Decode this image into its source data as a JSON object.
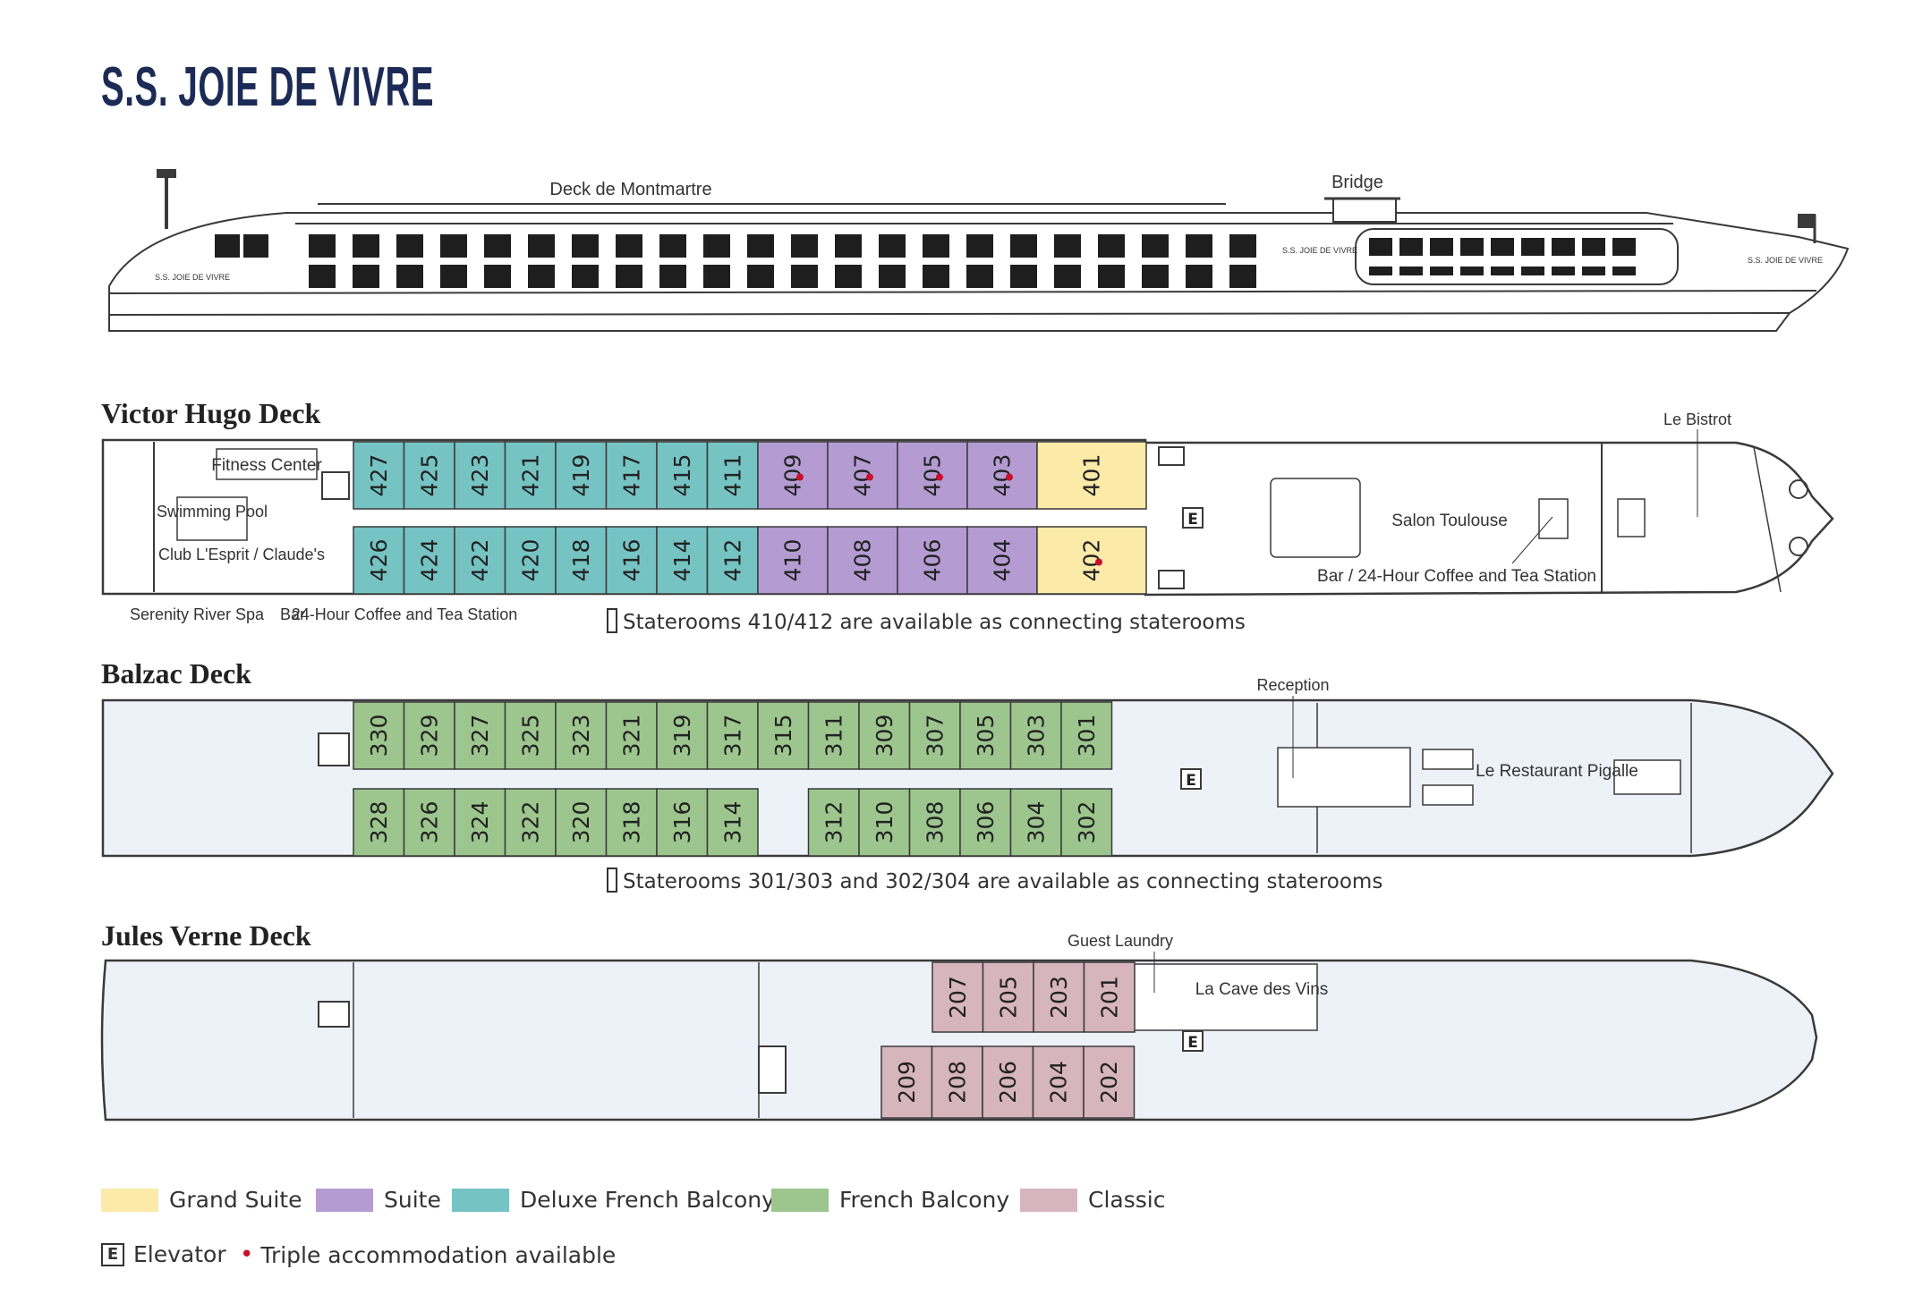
{
  "title": "S.S. JOIE DE VIVRE",
  "colors": {
    "grand_suite": "#fbeaa8",
    "suite": "#b49cd2",
    "deluxe_french_balcony": "#76c3c3",
    "french_balcony": "#9dc58e",
    "classic": "#d7b5bc",
    "deck_fill": "#edf1f8",
    "outline": "#3a3a3a",
    "accent": "#1b2b55",
    "red_dot": "#c8102e"
  },
  "profile": {
    "deck_de_montmartre": "Deck de Montmartre",
    "bridge": "Bridge",
    "ship_name_small": "S.S. JOIE DE VIVRE"
  },
  "decks": {
    "victor_hugo": {
      "title": "Victor Hugo Deck",
      "top_cabins": [
        {
          "num": "427",
          "cat": "deluxe_french_balcony",
          "triple": false
        },
        {
          "num": "425",
          "cat": "deluxe_french_balcony",
          "triple": false
        },
        {
          "num": "423",
          "cat": "deluxe_french_balcony",
          "triple": false
        },
        {
          "num": "421",
          "cat": "deluxe_french_balcony",
          "triple": false
        },
        {
          "num": "419",
          "cat": "deluxe_french_balcony",
          "triple": false
        },
        {
          "num": "417",
          "cat": "deluxe_french_balcony",
          "triple": false
        },
        {
          "num": "415",
          "cat": "deluxe_french_balcony",
          "triple": false
        },
        {
          "num": "411",
          "cat": "deluxe_french_balcony",
          "triple": false
        },
        {
          "num": "409",
          "cat": "suite",
          "triple": true
        },
        {
          "num": "407",
          "cat": "suite",
          "triple": true
        },
        {
          "num": "405",
          "cat": "suite",
          "triple": true
        },
        {
          "num": "403",
          "cat": "suite",
          "triple": true
        },
        {
          "num": "401",
          "cat": "grand_suite",
          "triple": false
        }
      ],
      "bottom_cabins": [
        {
          "num": "426",
          "cat": "deluxe_french_balcony",
          "triple": false
        },
        {
          "num": "424",
          "cat": "deluxe_french_balcony",
          "triple": false
        },
        {
          "num": "422",
          "cat": "deluxe_french_balcony",
          "triple": false
        },
        {
          "num": "420",
          "cat": "deluxe_french_balcony",
          "triple": false
        },
        {
          "num": "418",
          "cat": "deluxe_french_balcony",
          "triple": false
        },
        {
          "num": "416",
          "cat": "deluxe_french_balcony",
          "triple": false
        },
        {
          "num": "414",
          "cat": "deluxe_french_balcony",
          "triple": false
        },
        {
          "num": "412",
          "cat": "deluxe_french_balcony",
          "triple": false
        },
        {
          "num": "410",
          "cat": "suite",
          "triple": false
        },
        {
          "num": "408",
          "cat": "suite",
          "triple": false
        },
        {
          "num": "406",
          "cat": "suite",
          "triple": false
        },
        {
          "num": "404",
          "cat": "suite",
          "triple": false
        },
        {
          "num": "402",
          "cat": "grand_suite",
          "triple": true
        }
      ],
      "labels": {
        "fitness_center": "Fitness Center",
        "swimming_pool": "Swimming Pool",
        "club": "Club L'Esprit / Claude's",
        "serenity": "Serenity River Spa",
        "bar": "Bar",
        "coffee": "24-Hour Coffee and Tea Station",
        "salon": "Salon Toulouse",
        "bar_coffee": "Bar / 24-Hour Coffee and Tea Station",
        "bistrot": "Le Bistrot"
      },
      "note": "Staterooms 410/412 are available as connecting staterooms"
    },
    "balzac": {
      "title": "Balzac Deck",
      "top_cabins": [
        {
          "num": "330",
          "cat": "french_balcony"
        },
        {
          "num": "329",
          "cat": "french_balcony"
        },
        {
          "num": "327",
          "cat": "french_balcony"
        },
        {
          "num": "325",
          "cat": "french_balcony"
        },
        {
          "num": "323",
          "cat": "french_balcony"
        },
        {
          "num": "321",
          "cat": "french_balcony"
        },
        {
          "num": "319",
          "cat": "french_balcony"
        },
        {
          "num": "317",
          "cat": "french_balcony"
        },
        {
          "num": "315",
          "cat": "french_balcony"
        },
        {
          "num": "311",
          "cat": "french_balcony"
        },
        {
          "num": "309",
          "cat": "french_balcony"
        },
        {
          "num": "307",
          "cat": "french_balcony"
        },
        {
          "num": "305",
          "cat": "french_balcony"
        },
        {
          "num": "303",
          "cat": "french_balcony"
        },
        {
          "num": "301",
          "cat": "french_balcony"
        }
      ],
      "bottom_cabins": [
        {
          "num": "328",
          "cat": "french_balcony"
        },
        {
          "num": "326",
          "cat": "french_balcony"
        },
        {
          "num": "324",
          "cat": "french_balcony"
        },
        {
          "num": "322",
          "cat": "french_balcony"
        },
        {
          "num": "320",
          "cat": "french_balcony"
        },
        {
          "num": "318",
          "cat": "french_balcony"
        },
        {
          "num": "316",
          "cat": "french_balcony"
        },
        {
          "num": "314",
          "cat": "french_balcony"
        },
        {
          "num": "",
          "cat": "gap"
        },
        {
          "num": "312",
          "cat": "french_balcony"
        },
        {
          "num": "310",
          "cat": "french_balcony"
        },
        {
          "num": "308",
          "cat": "french_balcony"
        },
        {
          "num": "306",
          "cat": "french_balcony"
        },
        {
          "num": "304",
          "cat": "french_balcony"
        },
        {
          "num": "302",
          "cat": "french_balcony"
        }
      ],
      "labels": {
        "reception": "Reception",
        "restaurant": "Le Restaurant Pigalle"
      },
      "note": "Staterooms 301/303 and 302/304 are available as connecting staterooms"
    },
    "jules_verne": {
      "title": "Jules Verne Deck",
      "top_cabins": [
        {
          "num": "207",
          "cat": "classic"
        },
        {
          "num": "205",
          "cat": "classic"
        },
        {
          "num": "203",
          "cat": "classic"
        },
        {
          "num": "201",
          "cat": "classic"
        }
      ],
      "bottom_cabins": [
        {
          "num": "209",
          "cat": "classic"
        },
        {
          "num": "208",
          "cat": "classic"
        },
        {
          "num": "206",
          "cat": "classic"
        },
        {
          "num": "204",
          "cat": "classic"
        },
        {
          "num": "202",
          "cat": "classic"
        }
      ],
      "labels": {
        "guest_laundry": "Guest Laundry",
        "cave": "La Cave des Vins"
      }
    }
  },
  "elevator_letter": "E",
  "legend": {
    "grand_suite": "Grand Suite",
    "suite": "Suite",
    "deluxe_french_balcony": "Deluxe French Balcony",
    "french_balcony": "French Balcony",
    "classic": "Classic",
    "elevator": "Elevator",
    "triple": "Triple accommodation available",
    "dot_glyph": "•"
  }
}
